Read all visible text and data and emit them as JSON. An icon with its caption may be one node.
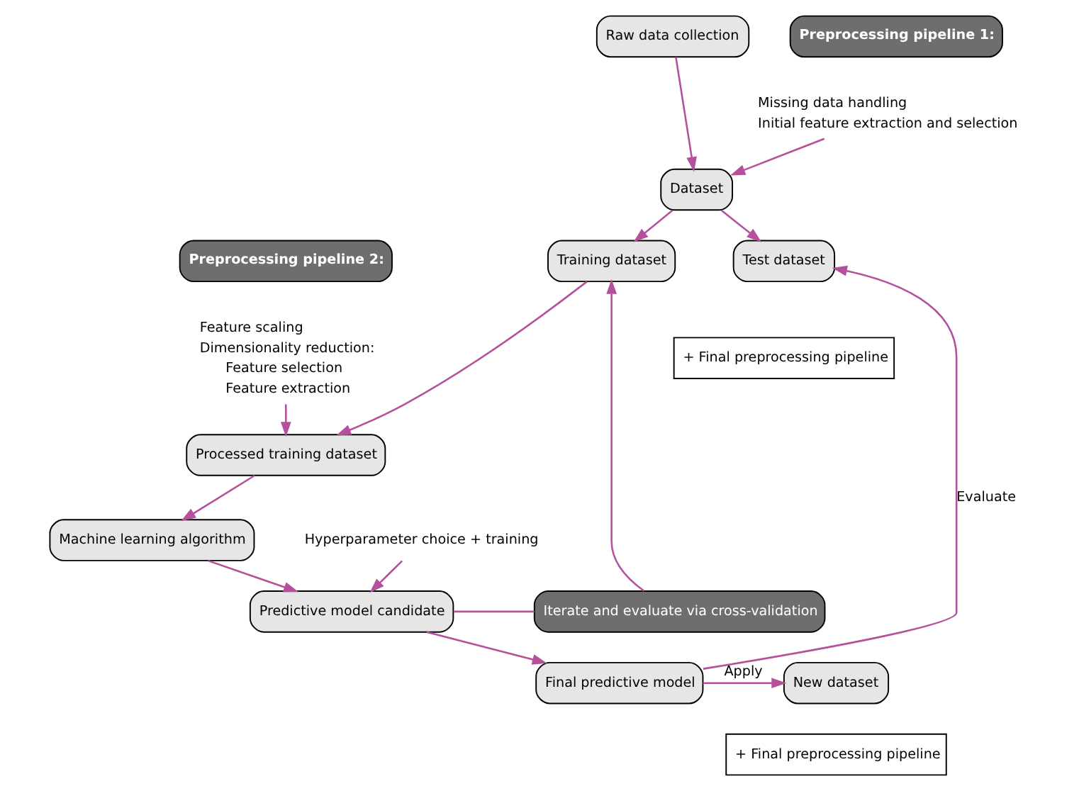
{
  "diagram": {
    "nodes": [
      {
        "text": [
          "Raw data collection"
        ]
      },
      {
        "text": [
          "Dataset"
        ]
      },
      {
        "text": [
          "Training dataset"
        ]
      },
      {
        "text": [
          "Test dataset"
        ]
      },
      {
        "text": [
          "+ Final preprocessing pipeline"
        ]
      },
      {
        "text": [
          "Processed training dataset"
        ]
      },
      {
        "text": [
          "Machine learning algorithm"
        ]
      },
      {
        "text": [
          "Predictive model candidate"
        ]
      },
      {
        "text": [
          "Final predictive model"
        ]
      },
      {
        "text": [
          "New dataset"
        ]
      },
      {
        "text": [
          "+ Final preprocessing pipeline"
        ]
      },
      {
        "text": [
          "Preprocessing pipeline 1:"
        ]
      },
      {
        "text": [
          "Missing data handling",
          "Initial feature extraction and selection"
        ]
      },
      {
        "text": [
          "Preprocessing pipeline 2:"
        ]
      },
      {
        "text": [
          "Feature scaling",
          "Dimensionality reduction:",
          "Feature selection",
          "Feature extraction"
        ]
      },
      {
        "text": [
          "Hyperparameter choice + training"
        ]
      },
      {
        "text": [
          "Iterate and evaluate via cross-validation"
        ]
      }
    ],
    "edges": [
      {
        "from": 0,
        "to": 1,
        "arrow": "to"
      },
      {
        "from": 12,
        "to": 1,
        "arrow": "to"
      },
      {
        "from": 1,
        "to": 2,
        "arrow": "to"
      },
      {
        "from": 1,
        "to": 3,
        "arrow": "to"
      },
      {
        "from": 2,
        "to": 5,
        "arrow": "to"
      },
      {
        "from": 14,
        "to": 5,
        "arrow": "to"
      },
      {
        "from": 5,
        "to": 6,
        "arrow": "to"
      },
      {
        "from": 6,
        "to": 7,
        "arrow": "to"
      },
      {
        "from": 15,
        "to": 7,
        "arrow": "to"
      },
      {
        "from": 7,
        "to": 16,
        "arrow": "none"
      },
      {
        "from": 16,
        "to": 2,
        "arrow": "to"
      },
      {
        "from": 7,
        "to": 8,
        "arrow": "to"
      },
      {
        "from": 8,
        "to": 3,
        "arrow": "to",
        "label": "Evaluate"
      },
      {
        "from": 8,
        "to": 9,
        "arrow": "to",
        "label": "Apply"
      }
    ]
  }
}
